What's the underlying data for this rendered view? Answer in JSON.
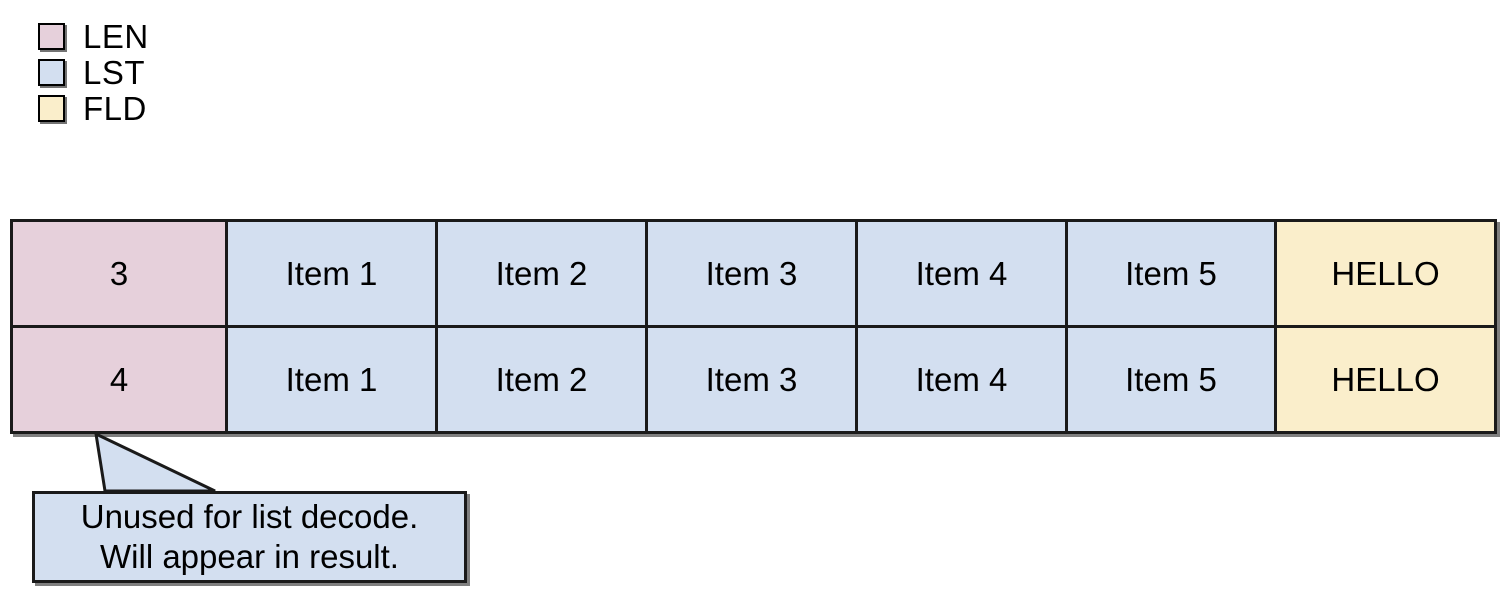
{
  "colors": {
    "len": "#e6d0db",
    "lst": "#d3dff0",
    "fld": "#faeecb",
    "callout_fill": "#d3dff0",
    "stroke": "#1a1a1a",
    "text": "#000000",
    "background": "#ffffff"
  },
  "legend": {
    "items": [
      {
        "label": "LEN",
        "color": "#e6d0db",
        "swatch_icon": "color-swatch-icon"
      },
      {
        "label": "LST",
        "color": "#d3dff0",
        "swatch_icon": "color-swatch-icon"
      },
      {
        "label": "FLD",
        "color": "#faeecb",
        "swatch_icon": "color-swatch-icon"
      }
    ]
  },
  "table": {
    "rows": [
      {
        "cells": [
          {
            "text": "3",
            "kind": "len"
          },
          {
            "text": "Item 1",
            "kind": "lst"
          },
          {
            "text": "Item 2",
            "kind": "lst"
          },
          {
            "text": "Item 3",
            "kind": "lst"
          },
          {
            "text": "Item 4",
            "kind": "lst"
          },
          {
            "text": "Item 5",
            "kind": "lst"
          },
          {
            "text": "HELLO",
            "kind": "fld"
          }
        ]
      },
      {
        "cells": [
          {
            "text": "4",
            "kind": "len"
          },
          {
            "text": "Item 1",
            "kind": "lst"
          },
          {
            "text": "Item 2",
            "kind": "lst"
          },
          {
            "text": "Item 3",
            "kind": "lst"
          },
          {
            "text": "Item 4",
            "kind": "lst"
          },
          {
            "text": "Item 5",
            "kind": "lst"
          },
          {
            "text": "HELLO",
            "kind": "fld"
          }
        ]
      }
    ]
  },
  "callout": {
    "line1": "Unused for list decode.",
    "line2": "Will appear in result.",
    "points_at": "4"
  }
}
